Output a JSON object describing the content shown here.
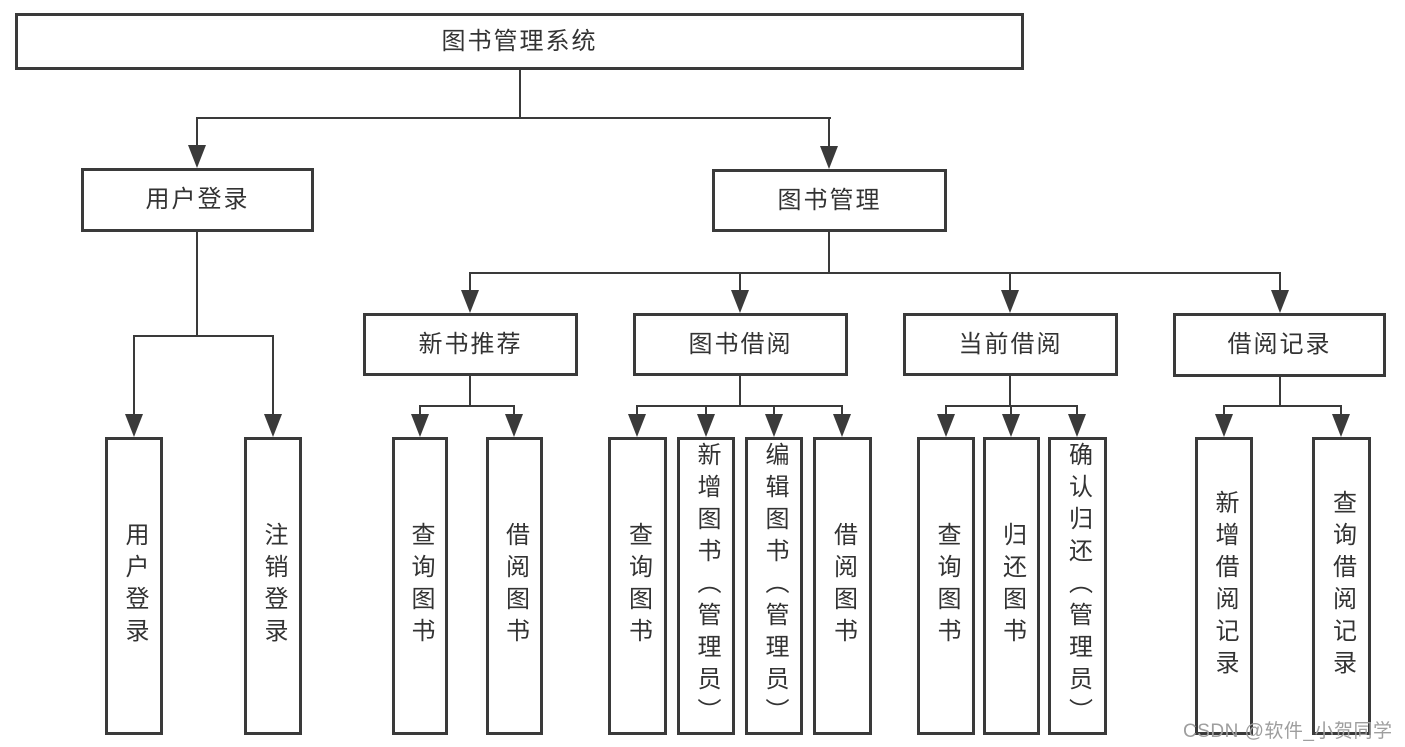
{
  "diagram": {
    "title": "图书管理系统",
    "nodes": {
      "root": {
        "label": "图书管理系统"
      },
      "user_login": {
        "label": "用户登录"
      },
      "book_mgmt": {
        "label": "图书管理"
      },
      "new_book_rec": {
        "label": "新书推荐"
      },
      "book_borrow": {
        "label": "图书借阅"
      },
      "current_borrow": {
        "label": "当前借阅"
      },
      "borrow_records": {
        "label": "借阅记录"
      },
      "leaf_user_login": {
        "label": "用户登录"
      },
      "leaf_logout": {
        "label": "注销登录"
      },
      "leaf_query_book_1": {
        "label": "查询图书"
      },
      "leaf_borrow_book_1": {
        "label": "借阅图书"
      },
      "leaf_query_book_2": {
        "label": "查询图书"
      },
      "leaf_add_book": {
        "label": "新增图书（管理员）"
      },
      "leaf_edit_book": {
        "label": "编辑图书（管理员）"
      },
      "leaf_borrow_book_2": {
        "label": "借阅图书"
      },
      "leaf_query_book_3": {
        "label": "查询图书"
      },
      "leaf_return_book": {
        "label": "归还图书"
      },
      "leaf_confirm_return": {
        "label": "确认归还（管理员）"
      },
      "leaf_add_borrow_record": {
        "label": "新增借阅记录"
      },
      "leaf_query_borrow_record": {
        "label": "查询借阅记录"
      }
    },
    "structure": {
      "root": [
        "user_login",
        "book_mgmt"
      ],
      "user_login": [
        "leaf_user_login",
        "leaf_logout"
      ],
      "book_mgmt": [
        "new_book_rec",
        "book_borrow",
        "current_borrow",
        "borrow_records"
      ],
      "new_book_rec": [
        "leaf_query_book_1",
        "leaf_borrow_book_1"
      ],
      "book_borrow": [
        "leaf_query_book_2",
        "leaf_add_book",
        "leaf_edit_book",
        "leaf_borrow_book_2"
      ],
      "current_borrow": [
        "leaf_query_book_3",
        "leaf_return_book",
        "leaf_confirm_return"
      ],
      "borrow_records": [
        "leaf_add_borrow_record",
        "leaf_query_borrow_record"
      ]
    }
  },
  "watermark": {
    "text": "CSDN @软件_小贺同学"
  },
  "colors": {
    "line": "#3a3a3a",
    "text": "#333333",
    "box_background": "#ffffff",
    "page_background": "#ffffff",
    "watermark": "#9e9e9e"
  }
}
